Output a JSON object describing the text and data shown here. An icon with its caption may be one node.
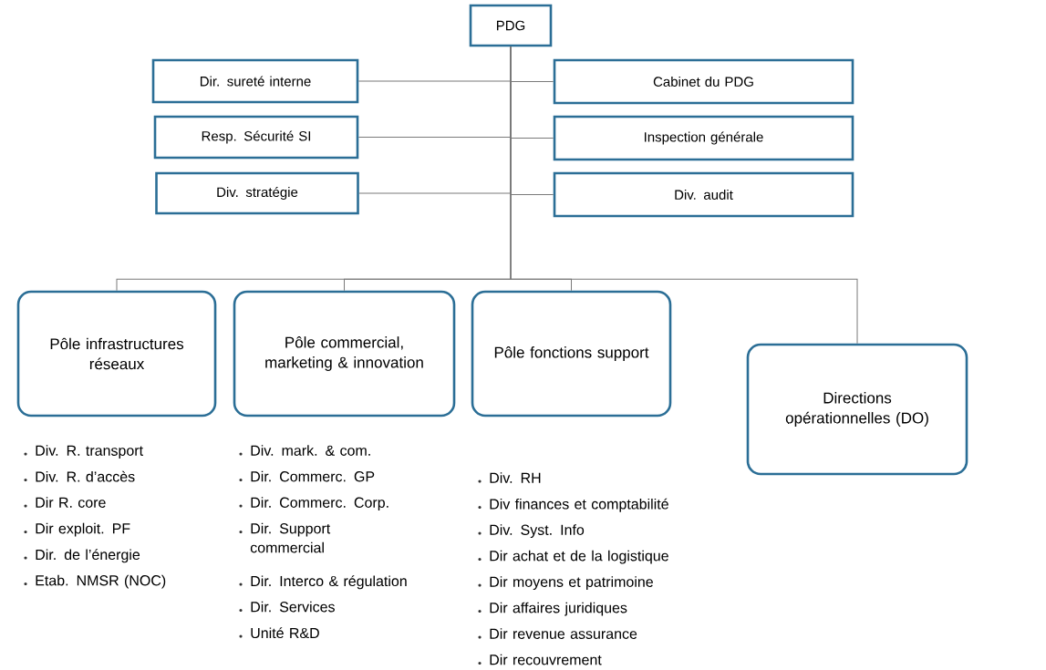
{
  "diagram": {
    "nodes": [
      {
        "text": [
          "PDG"
        ]
      },
      {
        "text": [
          "Dir. sureté interne"
        ]
      },
      {
        "text": [
          "Cabinet du PDG"
        ]
      },
      {
        "text": [
          "Resp. Sécurité SI"
        ]
      },
      {
        "text": [
          "Inspection générale"
        ]
      },
      {
        "text": [
          "Div. stratégie"
        ]
      },
      {
        "text": [
          "Div. audit"
        ]
      },
      {
        "text": [
          "Pôle infrastructures réseaux"
        ],
        "beside": [
          "Div. R. transport",
          "Div. R. d’accès",
          "Dir R. core",
          "Dir exploit. PF",
          "Dir. de l’énergie",
          "Etab. NMSR (NOC)"
        ]
      },
      {
        "text": [
          "Pôle commercial, marketing & innovation"
        ],
        "beside": [
          "Div. mark. & com.",
          "Dir. Commerc. GP",
          "Dir. Commerc. Corp.",
          "Dir. Support commercial",
          "Dir. Interco & régulation",
          "Dir. Services",
          "Unité R&D"
        ]
      },
      {
        "text": [
          "Pôle fonctions support"
        ],
        "beside": [
          "Div. RH",
          "Div finances et comptabilité",
          "Div. Syst. Info",
          "Dir achat et de la logistique",
          "Dir moyens et patrimoine",
          "Dir affaires juridiques",
          "Dir revenue assurance",
          "Dir recouvrement"
        ]
      },
      {
        "text": [
          "Directions opérationnelles (DO)"
        ]
      }
    ],
    "edges": [
      {
        "from": 0,
        "to": 1,
        "arrow": "none"
      },
      {
        "from": 0,
        "to": 2,
        "arrow": "none"
      },
      {
        "from": 0,
        "to": 3,
        "arrow": "none"
      },
      {
        "from": 0,
        "to": 4,
        "arrow": "none"
      },
      {
        "from": 0,
        "to": 5,
        "arrow": "none"
      },
      {
        "from": 0,
        "to": 6,
        "arrow": "none"
      },
      {
        "from": 0,
        "to": 7,
        "arrow": "none"
      },
      {
        "from": 0,
        "to": 8,
        "arrow": "none"
      },
      {
        "from": 0,
        "to": 9,
        "arrow": "none"
      },
      {
        "from": 0,
        "to": 10,
        "arrow": "none"
      }
    ]
  }
}
